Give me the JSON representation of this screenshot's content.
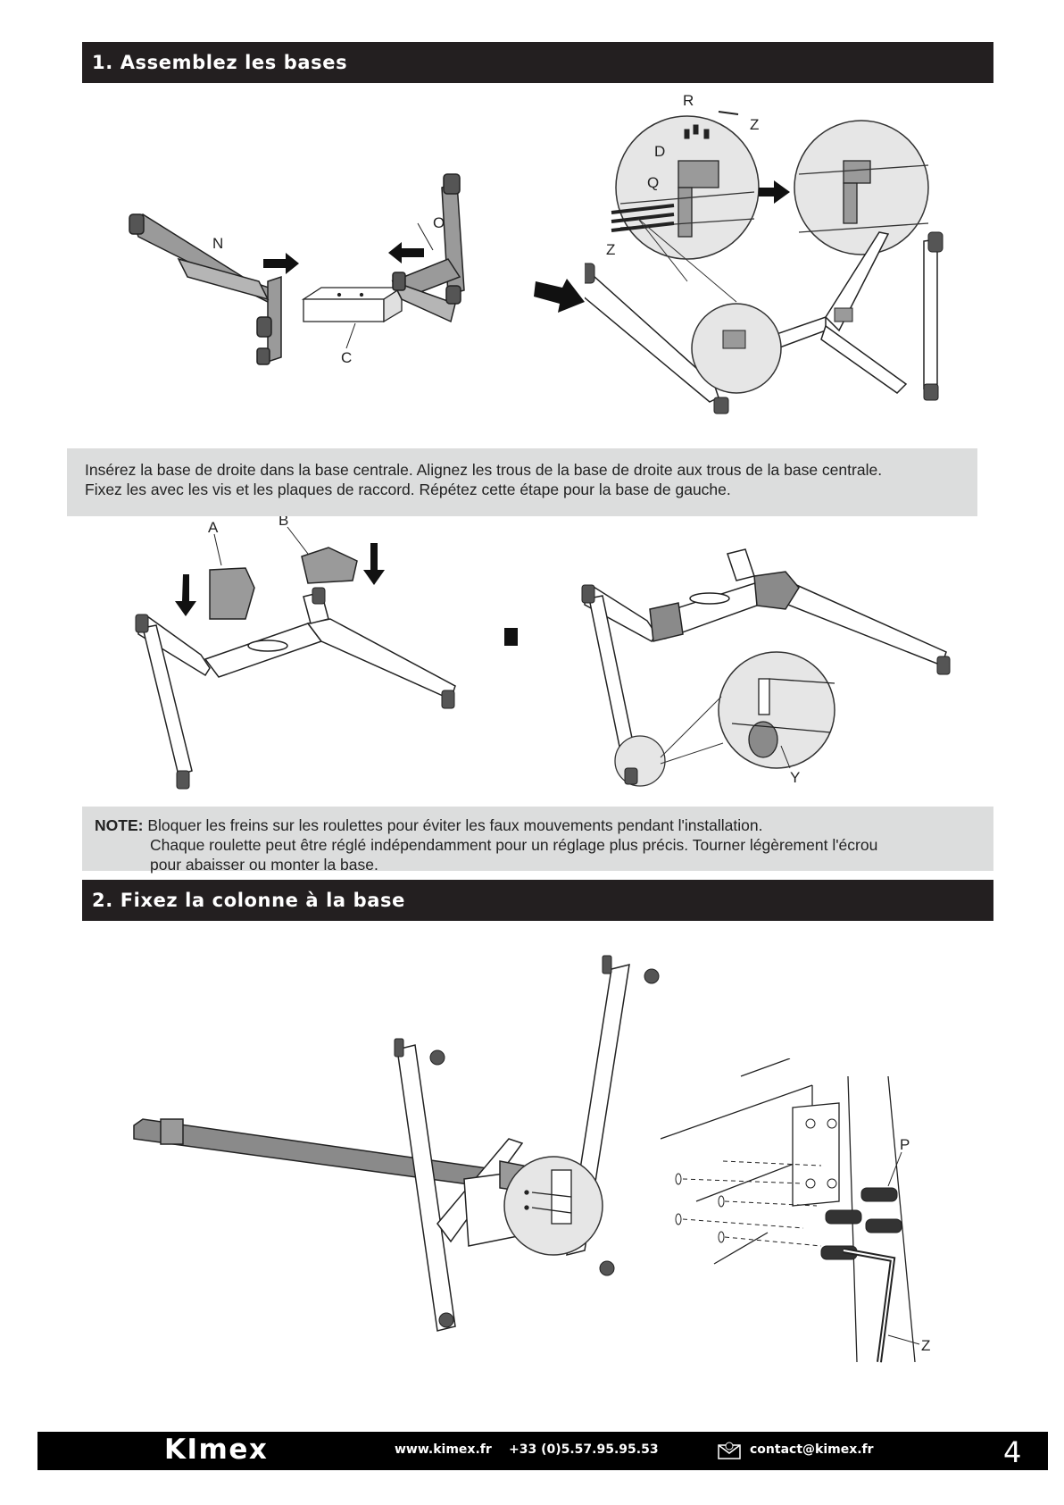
{
  "section1": {
    "title": "1. Assemblez les bases",
    "labels": {
      "N": "N",
      "O": "O",
      "C": "C",
      "R": "R",
      "Z": "Z",
      "D": "D",
      "Q": "Q"
    },
    "instruction_line1": "Insérez la base de droite dans la base centrale. Alignez les trous de la base de droite aux trous de la base centrale.",
    "instruction_line2": "Fixez les avec les vis et les plaques de raccord. Répétez cette étape pour la base de gauche.",
    "labels2": {
      "A": "A",
      "B": "B",
      "Y": "Y"
    },
    "note_label": "NOTE:",
    "note_line1": "Bloquer les freins sur les roulettes pour éviter les faux mouvements pendant l'installation.",
    "note_line2": "Chaque roulette peut être réglé indépendamment pour un réglage plus précis. Tourner légèrement l'écrou",
    "note_line3": "pour abaisser ou monter la base."
  },
  "section2": {
    "title": "2. Fixez la colonne à  la base",
    "labels": {
      "P": "P",
      "Z": "Z"
    }
  },
  "footer": {
    "brand": "KImex",
    "website": "www.kimex.fr",
    "phone": "+33 (0)5.57.95.95.53",
    "email": "contact@kimex.fr",
    "page_number": "4"
  },
  "colors": {
    "bar": "#231f20",
    "note_bg": "#dcdddd",
    "part_fill": "#8a8a8a",
    "circle_bg": "#e6e6e6"
  }
}
